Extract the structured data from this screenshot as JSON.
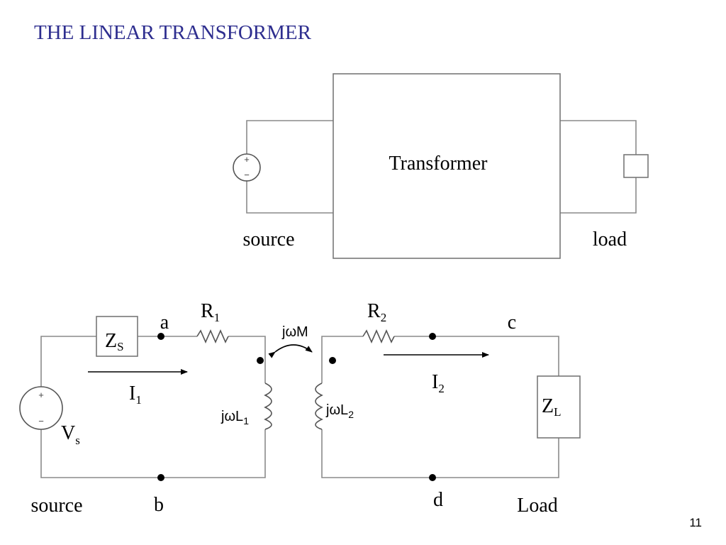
{
  "title": "THE LINEAR TRANSFORMER",
  "page_number": "11",
  "block_diagram": {
    "transformer_label": "Transformer",
    "source_label": "source",
    "load_label": "load",
    "source_plus": "+",
    "source_minus": "−"
  },
  "circuit": {
    "source_plus": "+",
    "source_minus": "−",
    "zs": {
      "main": "Z",
      "sub": "S"
    },
    "zl": {
      "main": "Z",
      "sub": "L"
    },
    "r1": {
      "main": "R",
      "sub": "1"
    },
    "r2": {
      "main": "R",
      "sub": "2"
    },
    "i1": {
      "main": "I",
      "sub": "1"
    },
    "i2": {
      "main": "I",
      "sub": "2"
    },
    "vs": {
      "main": "V",
      "sub": "s"
    },
    "l1": {
      "main": "jωL",
      "sub": "1"
    },
    "l2": {
      "main": "jωL",
      "sub": "2"
    },
    "mutual": "jωM",
    "node_a": "a",
    "node_b": "b",
    "node_c": "c",
    "node_d": "d",
    "source_label": "source",
    "load_label": "Load"
  }
}
